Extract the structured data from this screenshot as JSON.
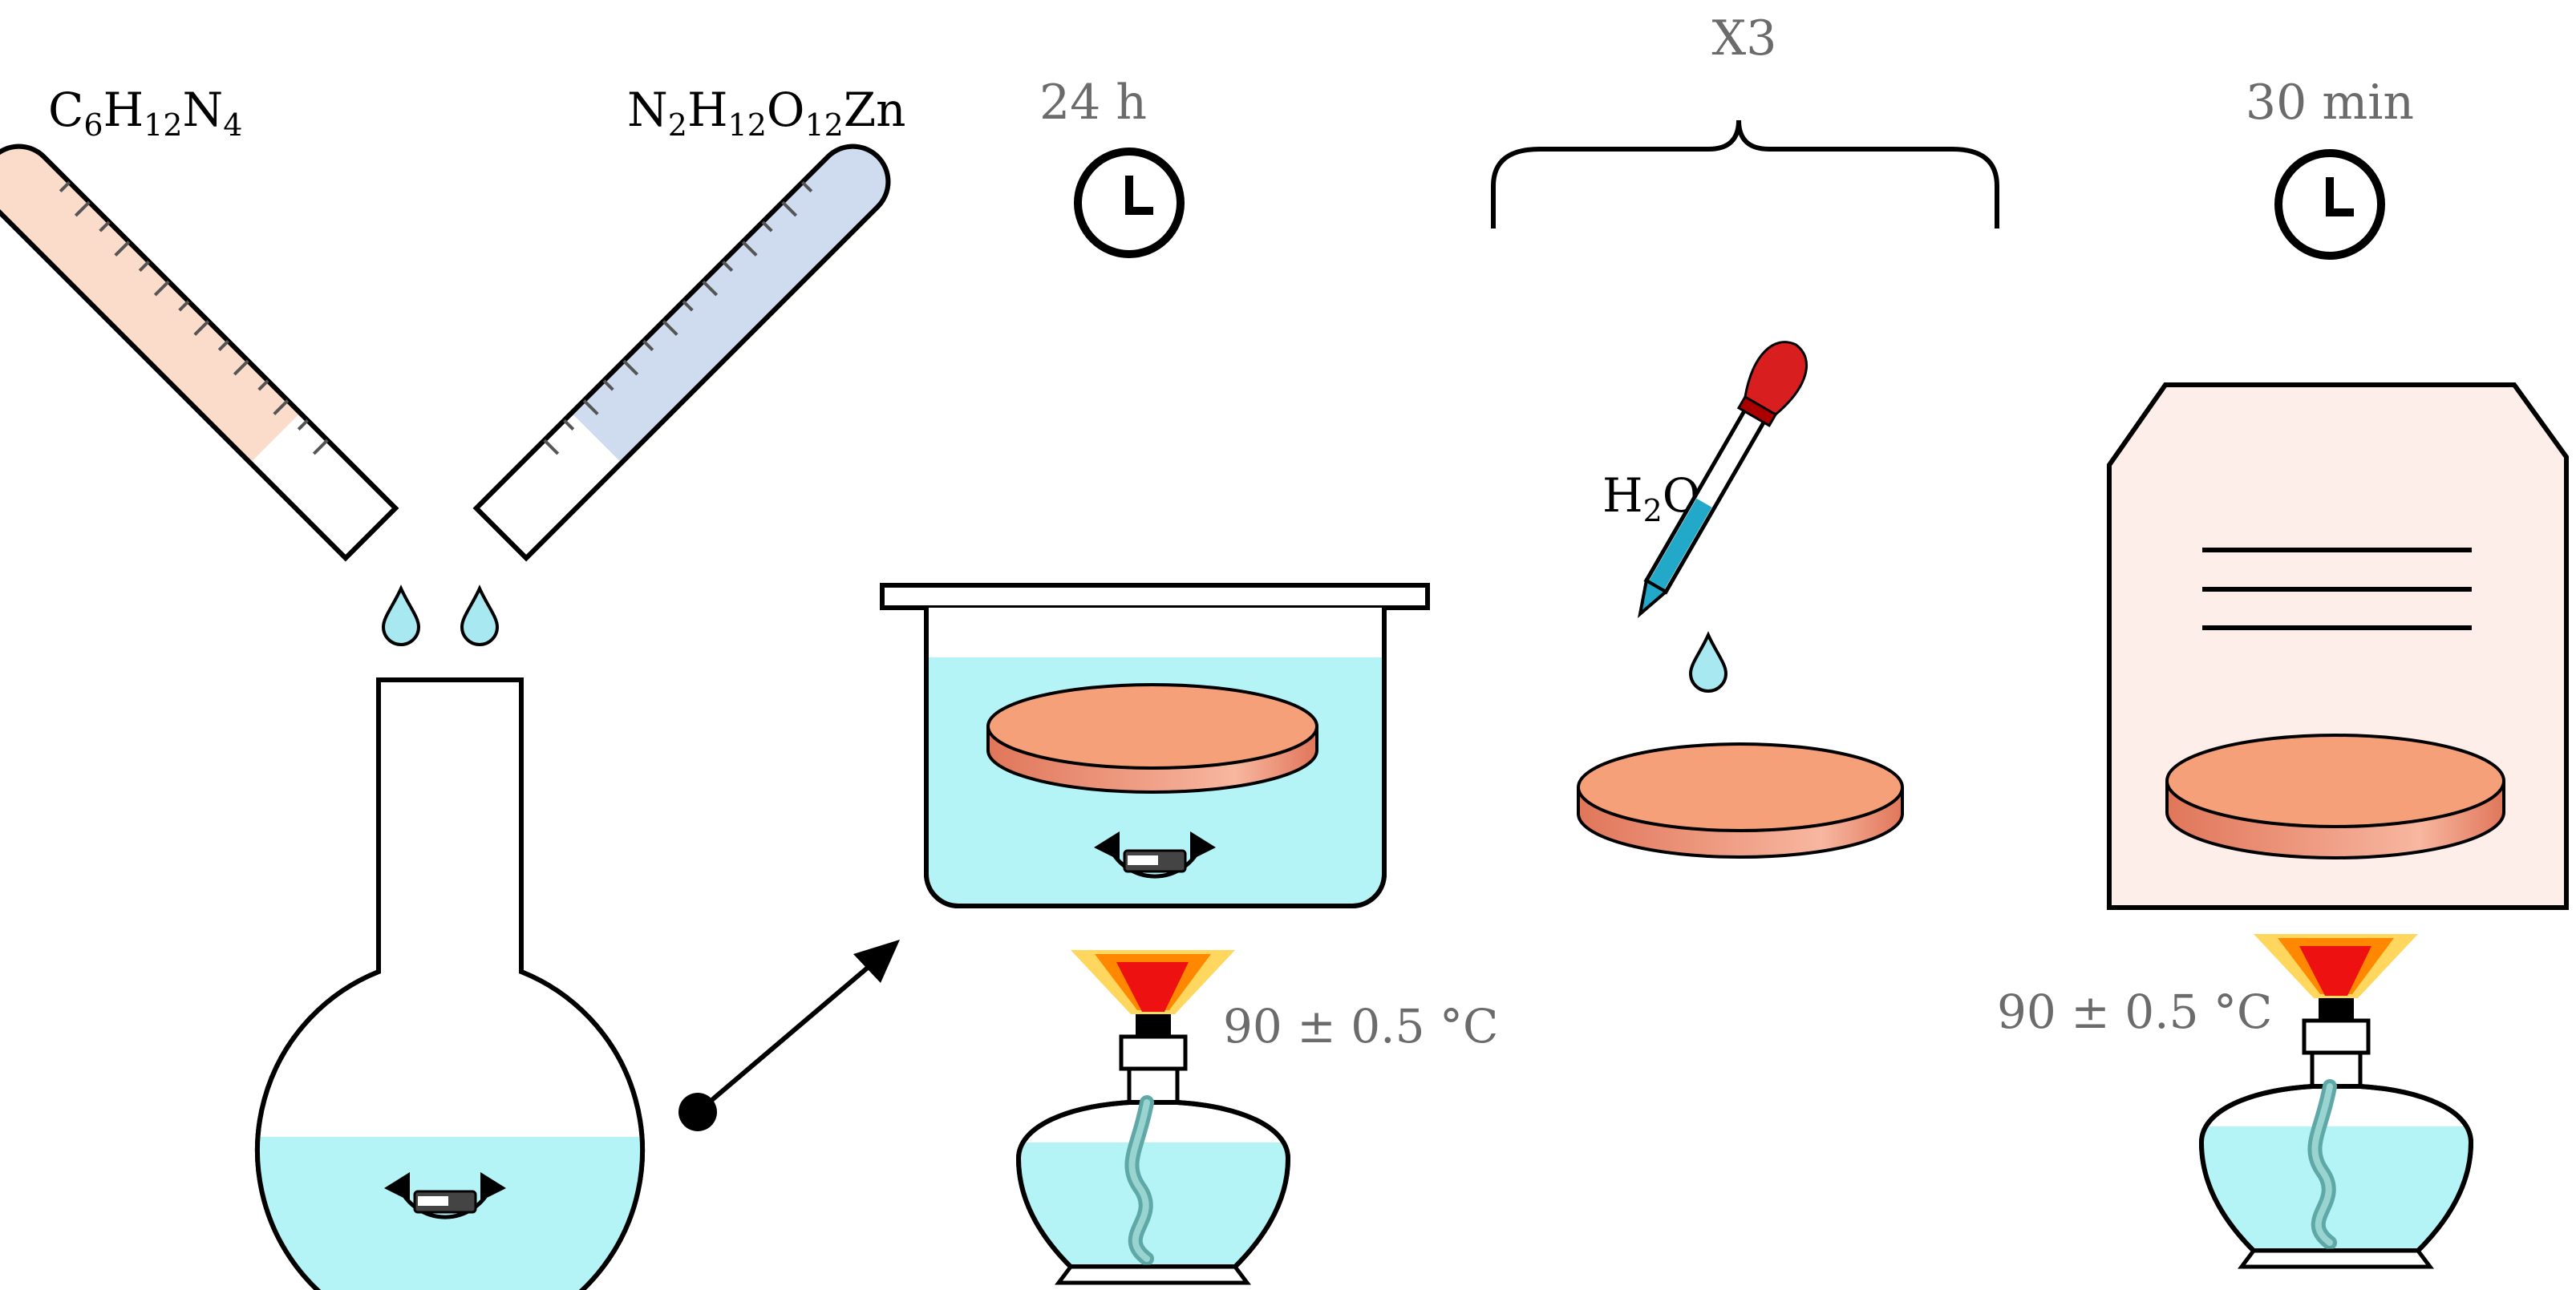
{
  "reagents": {
    "left": {
      "base": [
        "C",
        "H",
        "N"
      ],
      "subs": [
        "6",
        "12",
        "4"
      ]
    },
    "right": {
      "base": [
        "N",
        "H",
        "O",
        "Zn"
      ],
      "subs": [
        "2",
        "12",
        "12",
        ""
      ]
    }
  },
  "steps": {
    "stir_time": "24 h",
    "repeat": "X3",
    "dry_time": "30 min"
  },
  "water": {
    "base": [
      "H",
      "O"
    ],
    "subs": [
      "2",
      ""
    ]
  },
  "temperature_bath": "90 ± 0.5 °C",
  "temperature_oven": "90 ± 0.5 °C",
  "colors": {
    "liquid": "#b4f3f6",
    "disk": "#f6a07a",
    "disk_edge": "#e07a5a",
    "tube_left": "#fbdccb",
    "tube_right": "#cfdcef",
    "flame_outer": "#ffcc33",
    "flame_mid": "#ff8800",
    "flame_inner": "#ee1111",
    "oven": "#fdeeea",
    "dropper_bulb": "#d81e1e",
    "drop": "#a8e8f0"
  }
}
